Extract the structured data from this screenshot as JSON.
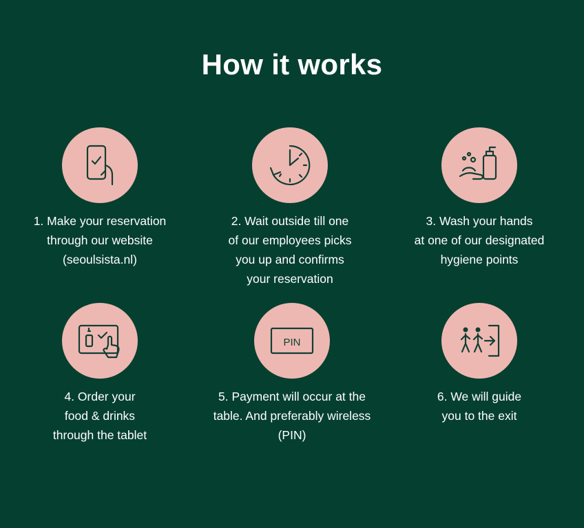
{
  "title": "How it works",
  "steps": [
    {
      "icon": "phone-check-icon",
      "lines": [
        "1. Make your reservation",
        "through our website",
        "(seoulsista.nl)"
      ]
    },
    {
      "icon": "clock-icon",
      "lines": [
        "2. Wait outside till one",
        "of our employees picks",
        "you up and confirms",
        "your reservation"
      ]
    },
    {
      "icon": "hand-soap-icon",
      "lines": [
        "3. Wash your hands",
        "at one of our designated",
        "hygiene points"
      ]
    },
    {
      "icon": "tablet-order-icon",
      "lines": [
        "4. Order your",
        "food & drinks",
        "through the tablet"
      ]
    },
    {
      "icon": "pin-terminal-icon",
      "lines": [
        "5. Payment will occur at the",
        "table. And preferably wireless",
        "(PIN)"
      ],
      "pin_label": "PIN"
    },
    {
      "icon": "exit-icon",
      "lines": [
        "6. We will guide",
        "you to the exit"
      ]
    }
  ],
  "colors": {
    "background": "#053f30",
    "circle": "#eeb8b2",
    "icon": "#0f3f33",
    "text": "#ffffff"
  }
}
